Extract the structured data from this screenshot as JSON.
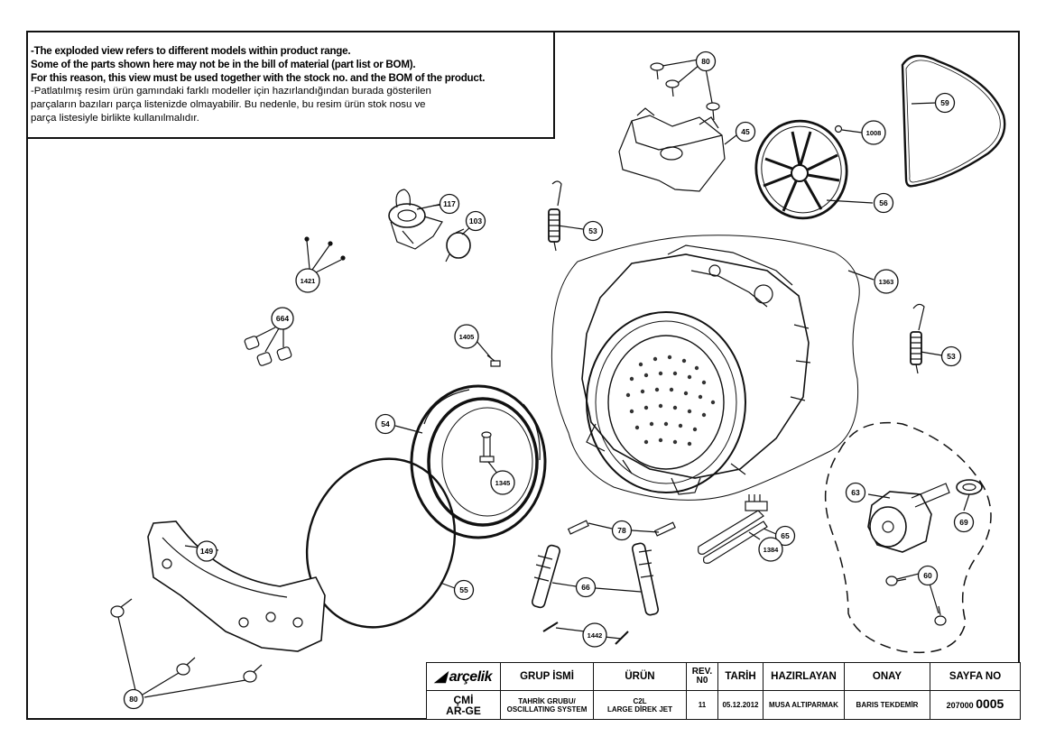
{
  "notice": {
    "en_lines": [
      "-The exploded view refers to different models within product range.",
      "Some of the parts shown here may not be in the bill of material (part list or BOM).",
      "For this reason, this view must be used together with the stock no. and the BOM of the product."
    ],
    "tr_lines": [
      "-Patlatılmış resim ürün gamındaki farklı modeller için hazırlandığından burada gösterilen",
      "parçaların bazıları parça listenizde olmayabilir. Bu nedenle, bu resim ürün stok nosu ve",
      "parça listesiyle birlikte kullanılmalıdır."
    ]
  },
  "callouts": {
    "c80a": "80",
    "c45": "45",
    "c1008": "1008",
    "c59": "59",
    "c56": "56",
    "c117": "117",
    "c103": "103",
    "c53a": "53",
    "c1421": "1421",
    "c1363": "1363",
    "c664": "664",
    "c1405": "1405",
    "c53b": "53",
    "c54": "54",
    "c1345": "1345",
    "c63": "63",
    "c69": "69",
    "c78": "78",
    "c65": "65",
    "c1384": "1384",
    "c149": "149",
    "c55": "55",
    "c66": "66",
    "c60": "60",
    "c1442": "1442",
    "c80b": "80"
  },
  "title_block": {
    "logo": "arçelik",
    "headers": {
      "group": "GRUP İSMİ",
      "product": "ÜRÜN",
      "rev_line1": "REV.",
      "rev_line2": "N0",
      "date": "TARİH",
      "prepared": "HAZIRLAYAN",
      "approval": "ONAY",
      "page": "SAYFA NO"
    },
    "values": {
      "dept_line1": "ÇMİ",
      "dept_line2": "AR-GE",
      "group_line1": "TAHRİK GRUBU/",
      "group_line2": "OSCILLATING SYSTEM",
      "product_line1": "C2L",
      "product_line2": "LARGE DİREK JET",
      "rev": "11",
      "date": "05.12.2012",
      "prepared": "MUSA ALTIPARMAK",
      "approval": "BARIS TEKDEMİR",
      "page_prefix": "207000",
      "page_number": "0005"
    }
  }
}
